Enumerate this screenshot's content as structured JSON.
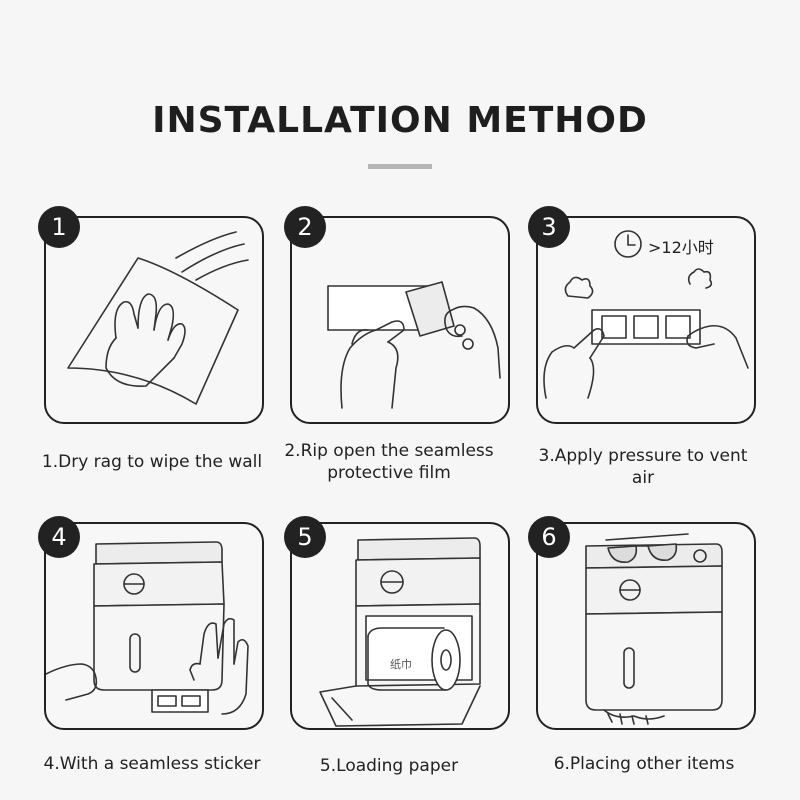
{
  "title": "INSTALLATION METHOD",
  "steps": [
    {
      "number": "1",
      "caption": "1.Dry rag to wipe the wall",
      "icon": "wipe-wall-illustration"
    },
    {
      "number": "2",
      "caption": "2.Rip open the seamless protective film",
      "icon": "peel-film-illustration"
    },
    {
      "number": "3",
      "caption": "3.Apply pressure to vent air",
      "icon": "press-sticker-illustration",
      "timer_text": ">12小时"
    },
    {
      "number": "4",
      "caption": "4.With a seamless sticker",
      "icon": "mount-holder-illustration"
    },
    {
      "number": "5",
      "caption": "5.Loading paper",
      "icon": "load-paper-illustration",
      "roll_label": "纸巾"
    },
    {
      "number": "6",
      "caption": "6.Placing other items",
      "icon": "place-items-illustration"
    }
  ]
}
